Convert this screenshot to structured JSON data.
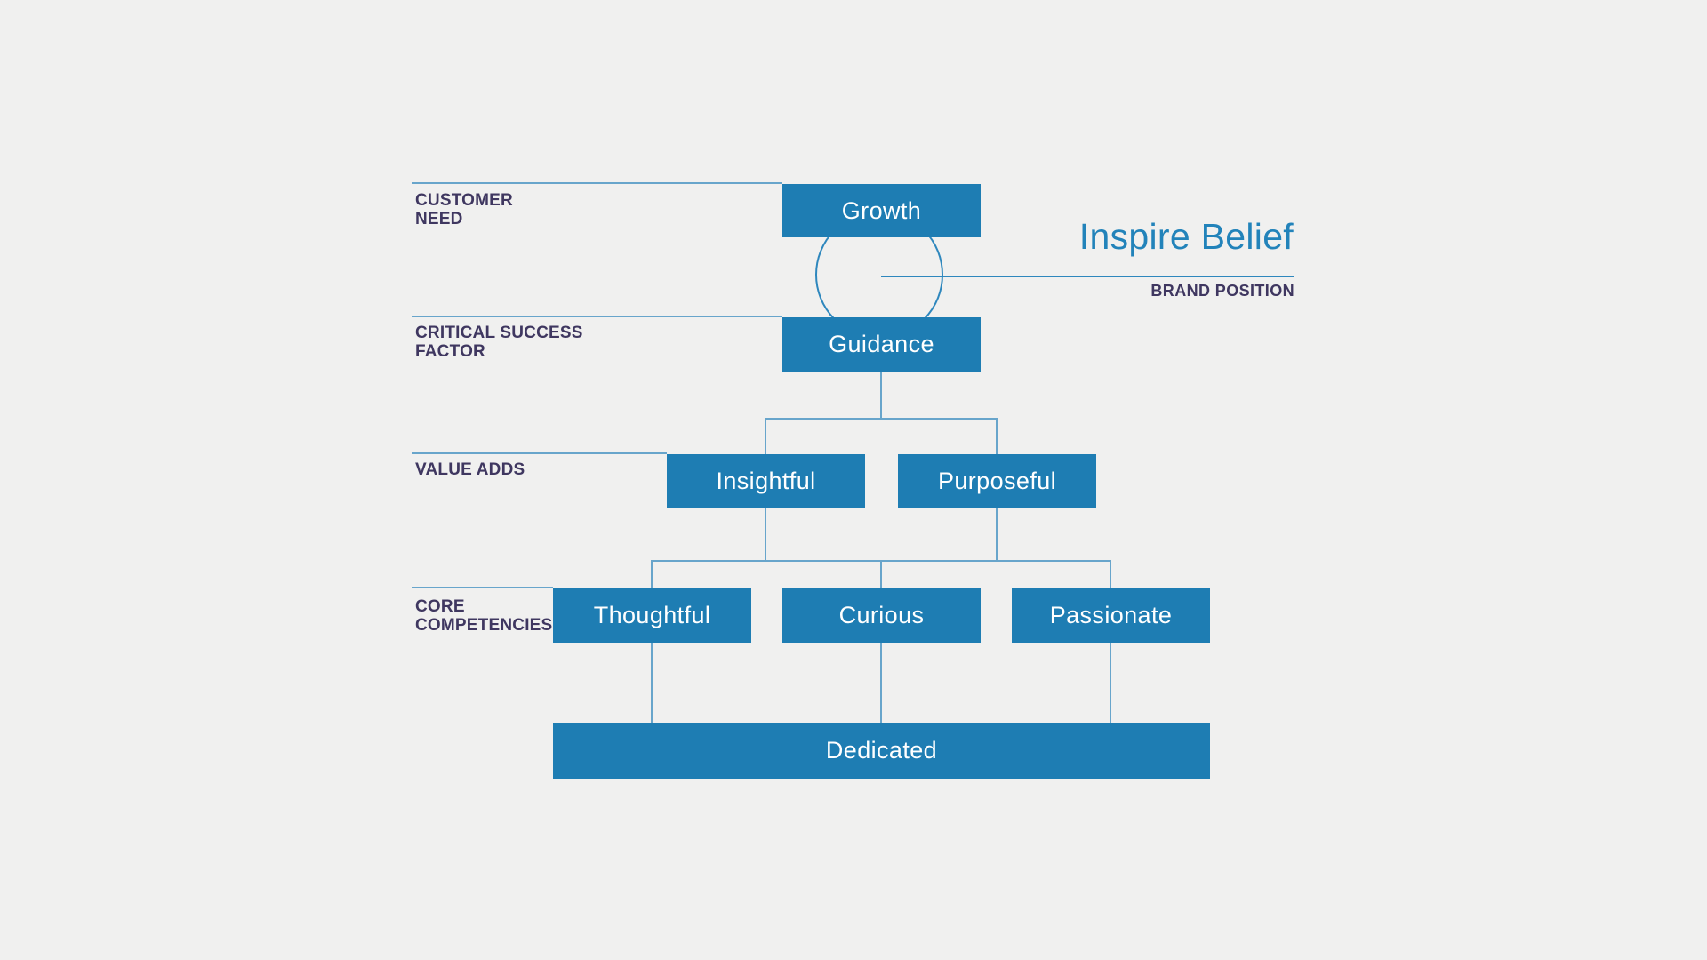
{
  "colors": {
    "bg": "#f0f0ef",
    "box": "#1e7db3",
    "accent": "#2e87bd",
    "line": "#68a5cb",
    "label": "#3f3760",
    "title": "#2283ba"
  },
  "title": {
    "text": "Inspire Belief",
    "caption": "BRAND POSITION"
  },
  "rows": [
    {
      "label": "CUSTOMER NEED",
      "label_line1": "CUSTOMER",
      "label_line2": "NEED",
      "boxes": [
        "Growth"
      ]
    },
    {
      "label": "CRITICAL SUCCESS FACTOR",
      "label_line1": "CRITICAL SUCCESS",
      "label_line2": "FACTOR",
      "boxes": [
        "Guidance"
      ]
    },
    {
      "label": "VALUE ADDS",
      "label_line1": "VALUE ADDS",
      "label_line2": "",
      "boxes": [
        "Insightful",
        "Purposeful"
      ]
    },
    {
      "label": "CORE COMPETENCIES",
      "label_line1": "CORE",
      "label_line2": "COMPETENCIES",
      "boxes": [
        "Thoughtful",
        "Curious",
        "Passionate"
      ]
    }
  ],
  "footer_box": "Dedicated"
}
